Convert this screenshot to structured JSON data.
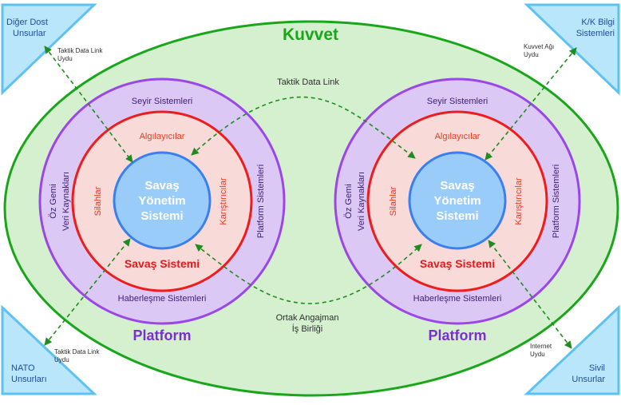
{
  "title": "Kuvvet",
  "colors": {
    "outer_fill": "#d4f0cf",
    "outer_stroke": "#1aa61a",
    "ring_fill": "#dcc8f4",
    "ring_stroke": "#9b46e8",
    "inner_fill": "#f8dad9",
    "inner_stroke": "#ee1c1c",
    "core_fill": "#99ccf8",
    "core_stroke": "#3a7ff0",
    "corner_fill": "#b9e6fa",
    "corner_stroke": "#5ec2f0",
    "link_color": "#1f8c1f"
  },
  "center": {
    "top_label": "Taktik Data Link",
    "bottom_label_1": "Ortak Angajman",
    "bottom_label_2": "İş Birliği"
  },
  "platforms": [
    {
      "name": "Platform",
      "ring_top": "Seyir Sistemleri",
      "ring_bottom": "Haberleşme Sistemleri",
      "ring_left_1": "Öz Gemi",
      "ring_left_2": "Veri Kaynakları",
      "ring_right": "Platform Sistemleri",
      "inner_top": "Algılayıcılar",
      "inner_left": "Silahlar",
      "inner_right": "Karıştırıcılar",
      "inner_bottom": "Savaş Sistemi",
      "core_1": "Savaş",
      "core_2": "Yönetim",
      "core_3": "Sistemi"
    },
    {
      "name": "Platform",
      "ring_top": "Seyir Sistemleri",
      "ring_bottom": "Haberleşme Sistemleri",
      "ring_left_1": "Öz Gemi",
      "ring_left_2": "Veri Kaynakları",
      "ring_right": "Platform Sistemleri",
      "inner_top": "Algılayıcılar",
      "inner_left": "Silahlar",
      "inner_right": "Karıştırıcılar",
      "inner_bottom": "Savaş Sistemi",
      "core_1": "Savaş",
      "core_2": "Yönetim",
      "core_3": "Sistemi"
    }
  ],
  "corners": {
    "top_left": {
      "label_1": "Diğer Dost",
      "label_2": "Unsurlar",
      "link_1": "Taktik Data Link",
      "link_2": "Uydu"
    },
    "top_right": {
      "label_1": "K/K Bilgi",
      "label_2": "Sistemleri",
      "link_1": "Kuvvet Ağı",
      "link_2": "Uydu"
    },
    "bottom_left": {
      "label_1": "NATO",
      "label_2": "Unsurları",
      "link_1": "Taktik Data Link",
      "link_2": "Uydu"
    },
    "bottom_right": {
      "label_1": "Sivil",
      "label_2": "Unsurlar",
      "link_1": "Internet",
      "link_2": "Uydu"
    }
  }
}
